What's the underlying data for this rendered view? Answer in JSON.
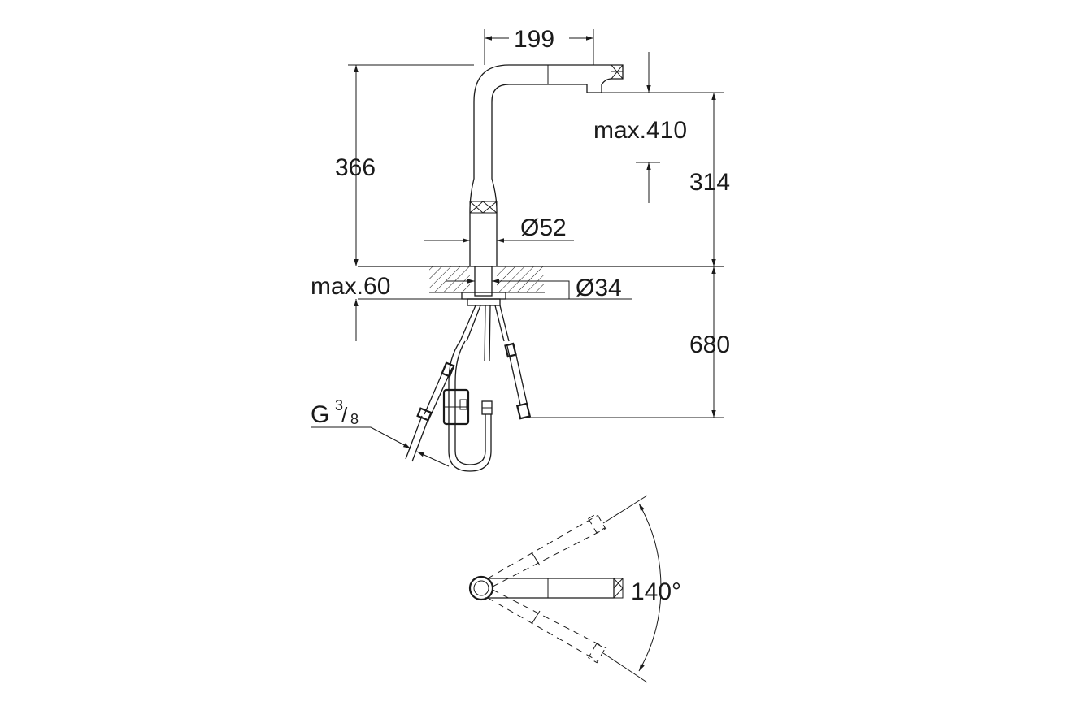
{
  "dimensions": {
    "spout_reach": "199",
    "max_pullout": "max.410",
    "height_total": "366",
    "spout_height": "314",
    "body_diameter": "Ø52",
    "max_deck_thickness": "max.60",
    "hole_diameter": "Ø34",
    "hose_length": "680",
    "connection_thread_base": "G",
    "connection_thread_num": "3",
    "connection_thread_den": "8",
    "swivel_angle": "140°"
  },
  "colors": {
    "line": "#1a1a1a",
    "background": "#ffffff"
  }
}
